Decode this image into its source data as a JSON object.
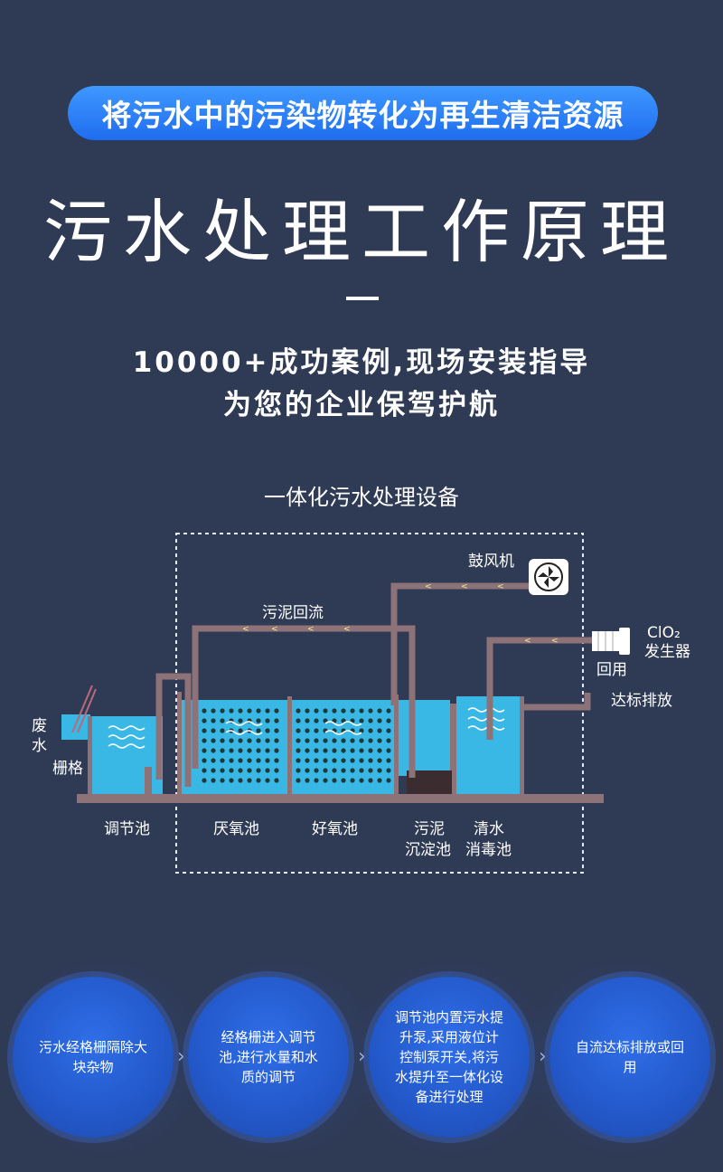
{
  "banner": "将污水中的污染物转化为再生清洁资源",
  "title": "污水处理工作原理",
  "subtitle_line1": "10000+成功案例,现场安装指导",
  "subtitle_line2": "为您的企业保驾护航",
  "equipment_title": "一体化污水处理设备",
  "diagram": {
    "blower": "鼓风机",
    "sludge_return": "污泥回流",
    "clo2_line1": "ClO₂",
    "clo2_line2": "发生器",
    "reuse": "回用",
    "discharge": "达标排放",
    "wastewater_1": "废",
    "wastewater_2": "水",
    "grille": "栅格",
    "tank_adjust": "调节池",
    "tank_anaerobic": "厌氧池",
    "tank_aerobic": "好氧池",
    "tank_sludge_1": "污泥",
    "tank_sludge_2": "沉淀池",
    "tank_clear_1": "清水",
    "tank_clear_2": "消毒池"
  },
  "steps": [
    {
      "text": "污水经格栅隔除大块杂物"
    },
    {
      "text": "经格栅进入调节池,进行水量和水质的调节"
    },
    {
      "text": "调节池内置污水提升泵,采用液位计控制泵开关,将污水提升至一体化设备进行处理"
    },
    {
      "text": "自流达标排放或回用"
    }
  ],
  "colors": {
    "background": "#2f3a55",
    "banner": "#2b7df5",
    "water": "#39b8e6",
    "pipe": "#8d7377",
    "step_circle": "#2a62d8"
  }
}
